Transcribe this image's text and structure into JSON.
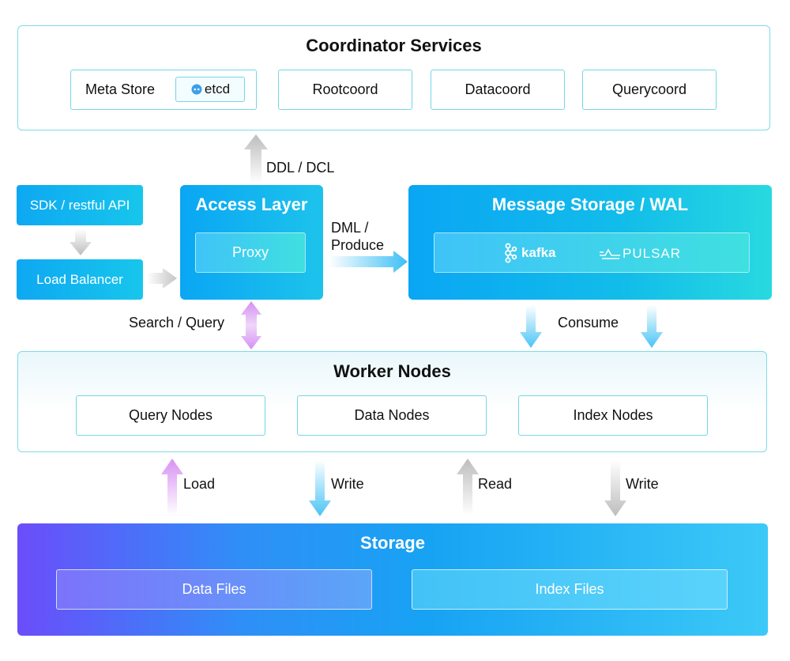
{
  "coordinator": {
    "title": "Coordinator Services",
    "meta_store": "Meta Store",
    "etcd_logo_text": "etcd",
    "rootcoord": "Rootcoord",
    "datacoord": "Datacoord",
    "querycoord": "Querycoord"
  },
  "client": {
    "sdk": "SDK / restful API",
    "load_balancer": "Load Balancer"
  },
  "access_layer": {
    "title": "Access Layer",
    "proxy": "Proxy"
  },
  "message_storage": {
    "title": "Message Storage / WAL",
    "kafka_logo_text": "kafka",
    "pulsar_logo_text": "PULSAR"
  },
  "worker": {
    "title": "Worker Nodes",
    "query_nodes": "Query Nodes",
    "data_nodes": "Data Nodes",
    "index_nodes": "Index Nodes"
  },
  "storage": {
    "title": "Storage",
    "data_files": "Data Files",
    "index_files": "Index Files"
  },
  "arrow_labels": {
    "ddl_dcl": "DDL / DCL",
    "dml_line1": "DML /",
    "dml_line2": "Produce",
    "search_query": "Search / Query",
    "consume": "Consume",
    "load": "Load",
    "write_left": "Write",
    "read": "Read",
    "write_right": "Write"
  },
  "colors": {
    "teal_border": "#74d7e6",
    "blue_start": "#0aa6f4",
    "blue_end": "#1dc3eb",
    "purple_arrow": "#d99bf2",
    "gray_arrow": "#c9c9c9",
    "cyan_arrow": "#4fc6f4"
  }
}
